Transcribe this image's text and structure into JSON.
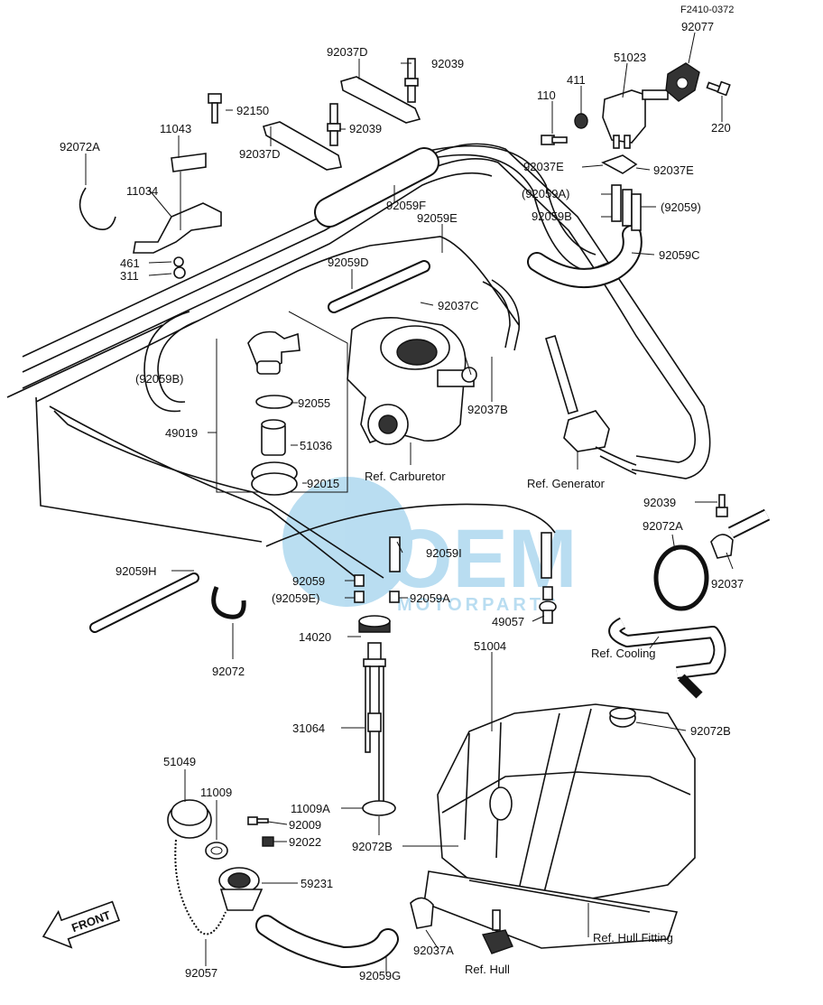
{
  "header": {
    "code": "F2410-0372"
  },
  "watermark": {
    "brand": "OEM",
    "sub": "MOTORPARTS",
    "color": "#3aa0d8"
  },
  "front_label": "FRONT",
  "labels": {
    "l92077": "92077",
    "l51023": "51023",
    "l92039a": "92039",
    "l92037D_top": "92037D",
    "l110": "110",
    "l411": "411",
    "l220": "220",
    "l92150": "92150",
    "l92039b": "92039",
    "l11043": "11043",
    "l92072A_left": "92072A",
    "l92037D_mid": "92037D",
    "l92037E_left": "92037E",
    "l92037E_right": "92037E",
    "l11034": "11034",
    "l92059F": "92059F",
    "l92059A_paren": "(92059A)",
    "l92059E": "92059E",
    "l92059B": "92059B",
    "l92059_paren": "(92059)",
    "l92059C": "92059C",
    "l461": "461",
    "l311": "311",
    "l92059D": "92059D",
    "l92037C": "92037C",
    "l92059B_paren": "(92059B)",
    "l92055": "92055",
    "l92037B": "92037B",
    "l49019": "49019",
    "l51036": "51036",
    "l92015": "92015",
    "ref_carburetor": "Ref. Carburetor",
    "ref_generator": "Ref. Generator",
    "l92039c": "92039",
    "l92072A_right": "92072A",
    "l92059I": "92059I",
    "l92059H": "92059H",
    "l92037": "92037",
    "l92059_mid": "92059",
    "l92059E_paren": "(92059E)",
    "l92059A_mid": "92059A",
    "l49057": "49057",
    "l14020": "14020",
    "l92072": "92072",
    "ref_cooling": "Ref. Cooling",
    "l51004": "51004",
    "l31064": "31064",
    "l92072B_right": "92072B",
    "l51049": "51049",
    "l11009": "11009",
    "l11009A": "11009A",
    "l92009": "92009",
    "l92022": "92022",
    "l92072B_mid": "92072B",
    "l59231": "59231",
    "ref_hull_fitting": "Ref. Hull Fitting",
    "l92037A": "92037A",
    "l92057": "92057",
    "l92059G": "92059G",
    "ref_hull": "Ref. Hull"
  }
}
